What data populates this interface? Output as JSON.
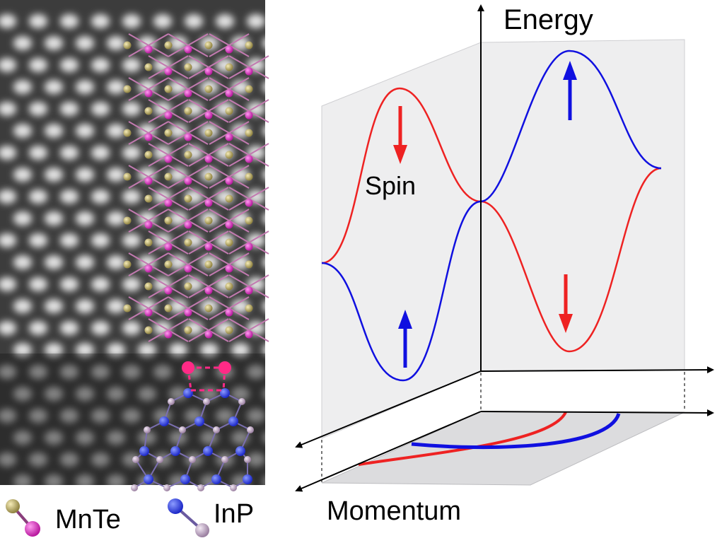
{
  "labels": {
    "energy": "Energy",
    "spin": "Spin",
    "momentum": "Momentum",
    "mnte": "MnTe",
    "inp": "InP"
  },
  "colors": {
    "spin_up": "#1010e0",
    "spin_down": "#ee2222",
    "plane": "#eeeeef",
    "floor": "#dcdcde",
    "mn_atom": "#b8199e",
    "te_atom": "#b3a458",
    "in_atom": "#1c28c8",
    "p_atom": "#b9a0bd",
    "interface": "#ff2a86",
    "micrograph_bg": "#3a3a3a"
  },
  "icons": [
    "mnte-bond-icon",
    "inp-bond-icon",
    "spin-up-arrow-icon",
    "spin-down-arrow-icon"
  ]
}
